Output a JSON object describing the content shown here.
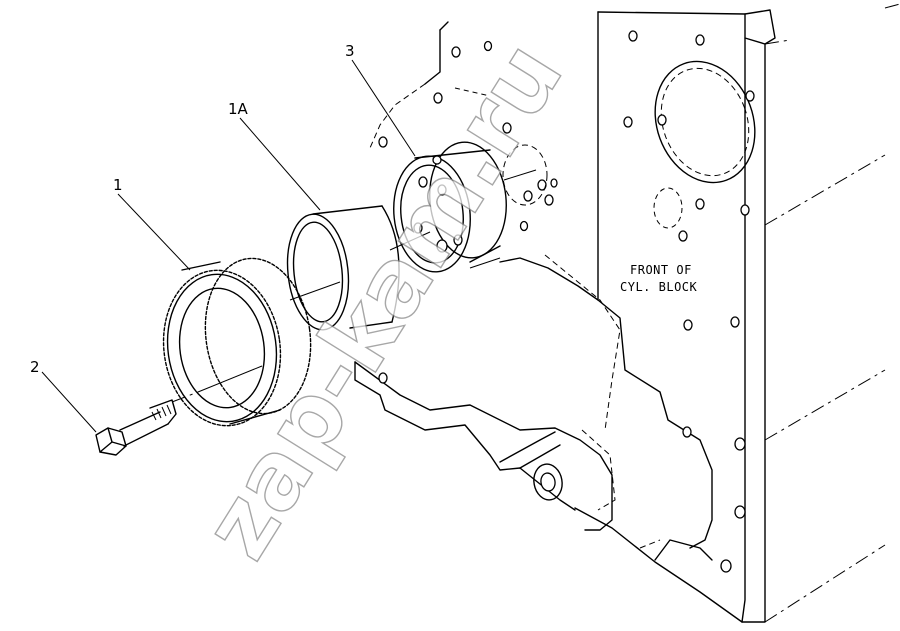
{
  "callouts": {
    "gear": "1",
    "bushing": "1A",
    "bolt": "2",
    "hub": "3"
  },
  "block_label": {
    "line1": "FRONT OF",
    "line2": "CYL. BLOCK"
  },
  "watermark": "zap-kam.ru"
}
